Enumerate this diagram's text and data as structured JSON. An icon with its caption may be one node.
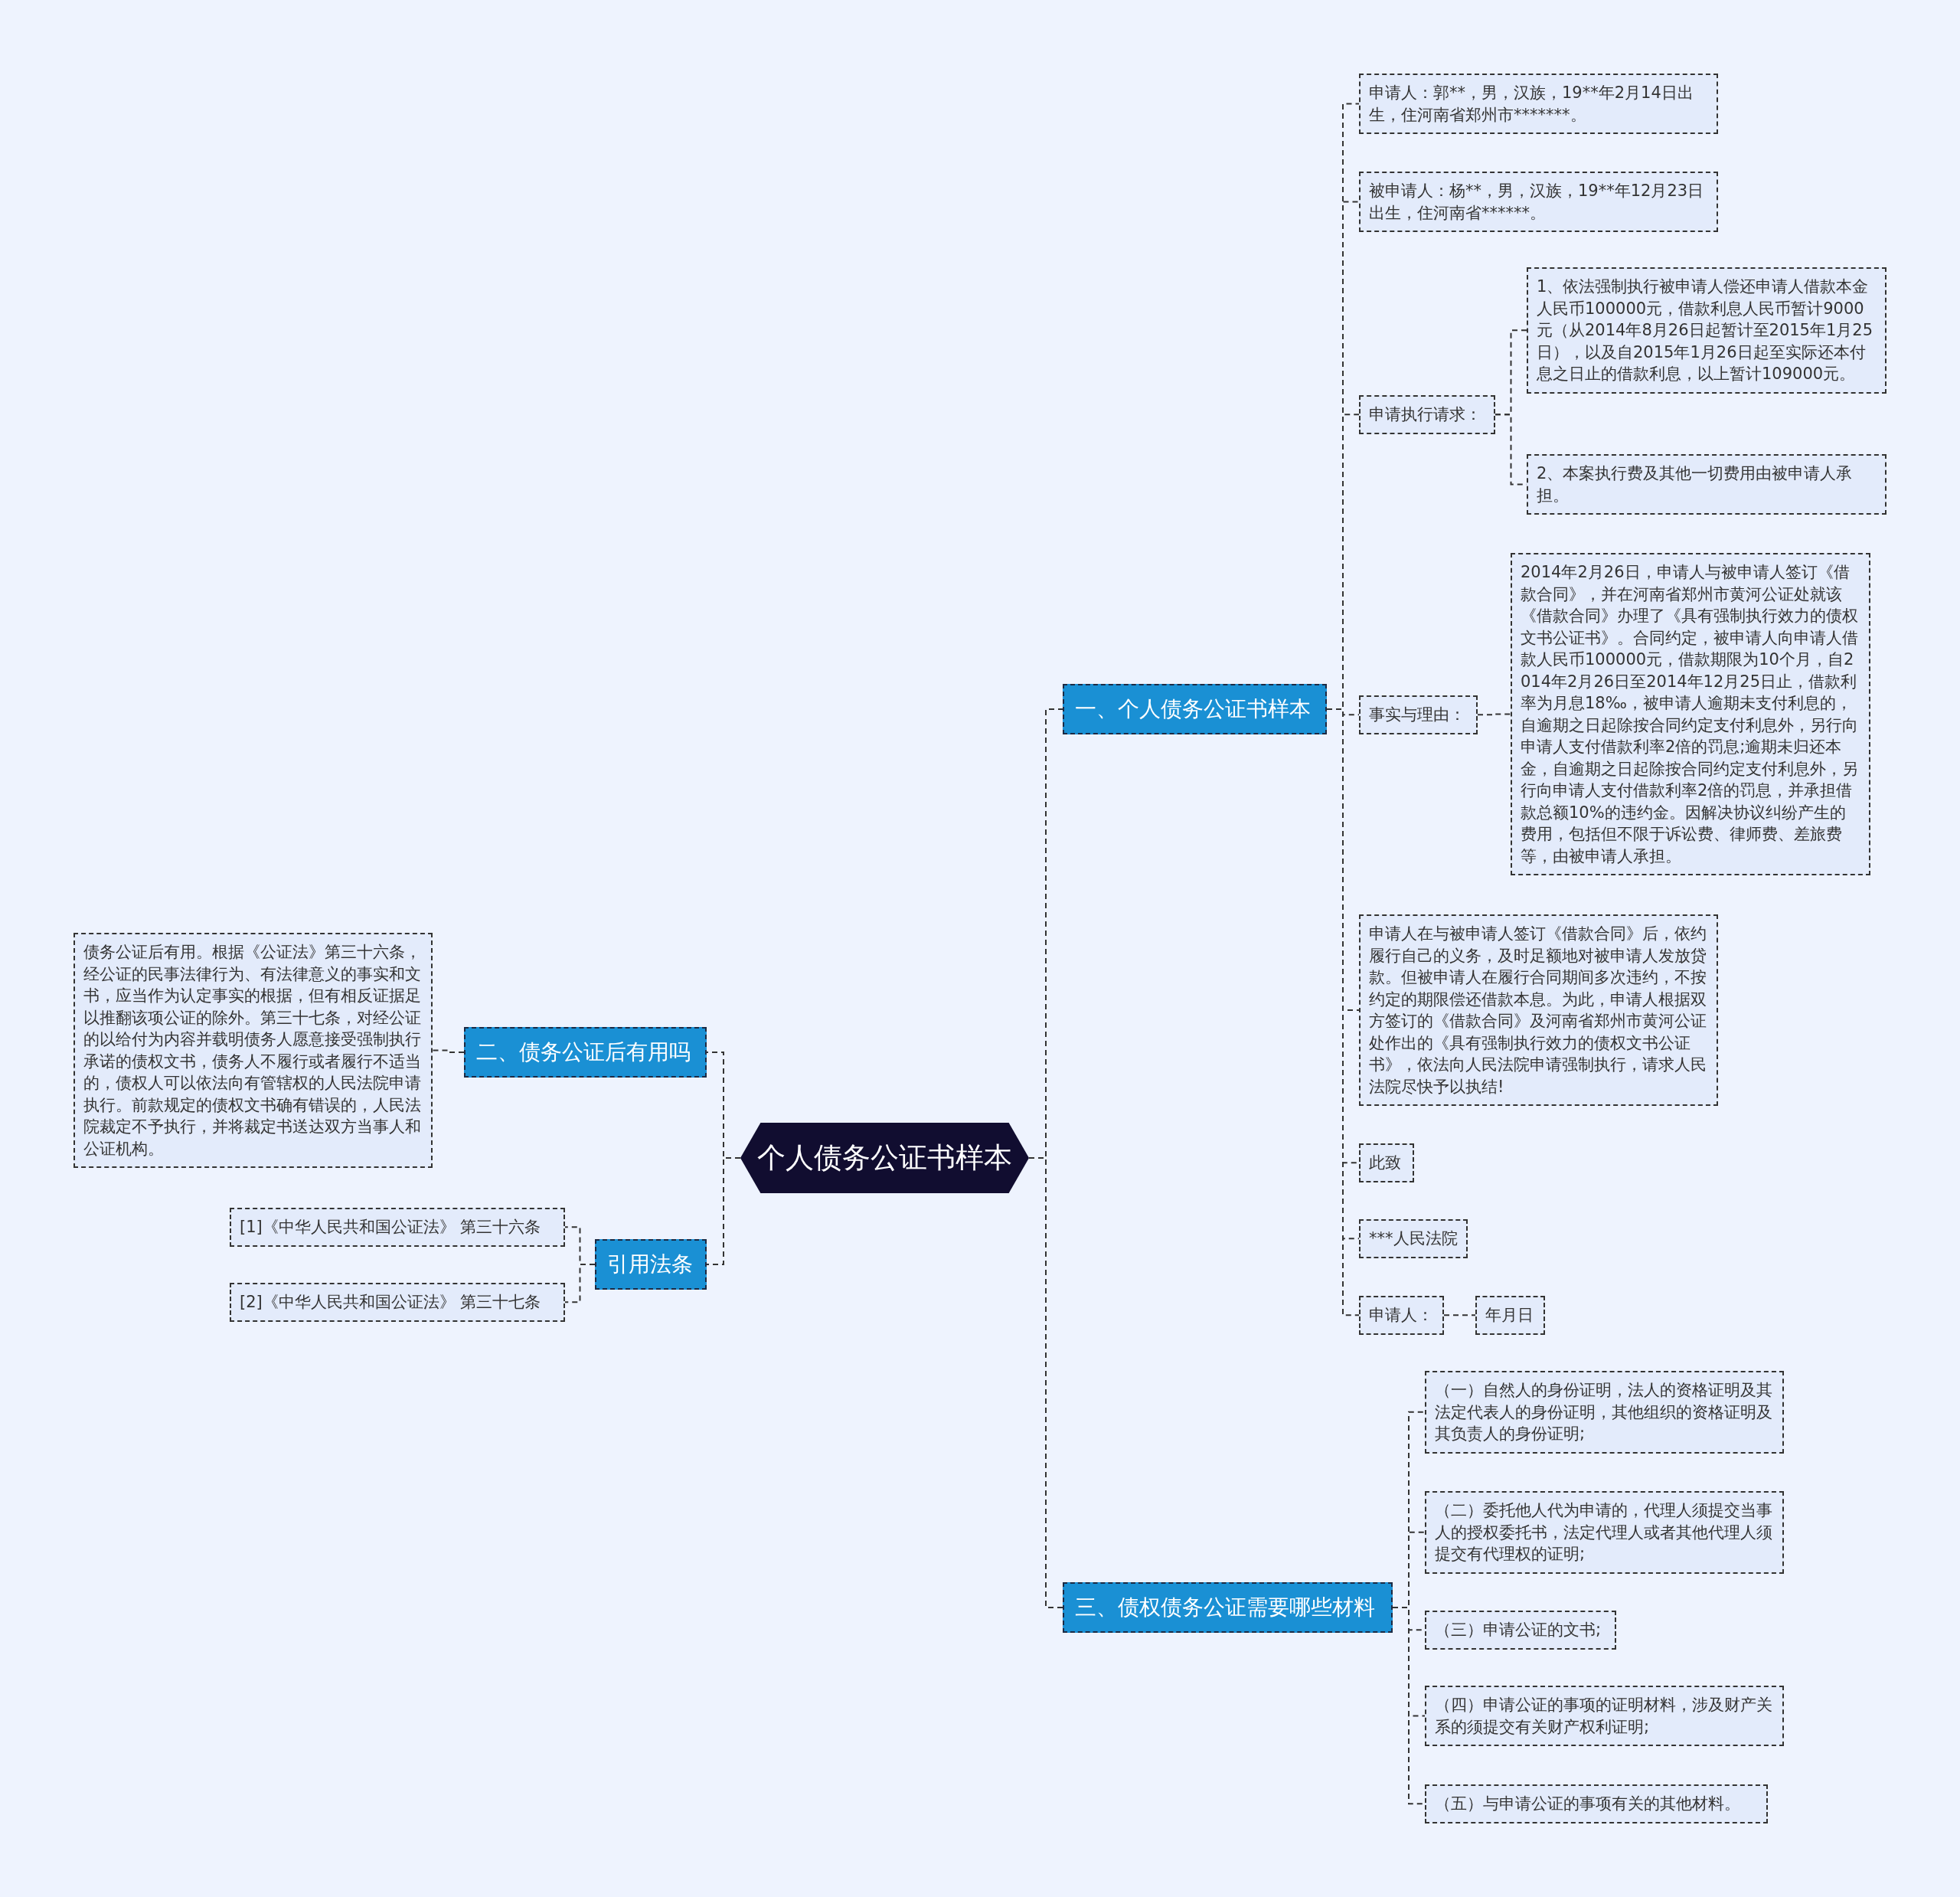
{
  "diagram": {
    "nodes": [
      {
        "text": [
          "个人债务公证书样本"
        ]
      },
      {
        "text": [
          "一、个人债务公证书样本"
        ]
      },
      {
        "text": [
          "申请人：郭**，男，汉族，19**年2月14日出生，住河南省郑州市*******。"
        ]
      },
      {
        "text": [
          "被申请人：杨**，男，汉族，19**年12月23日出生，住河南省******。"
        ]
      },
      {
        "text": [
          "申请执行请求："
        ]
      },
      {
        "text": [
          "1、依法强制执行被申请人偿还申请人借款本金人民币100000元，借款利息人民币暂计9000元（从2014年8月26日起暂计至2015年1月25日），以及自2015年1月26日起至实际还本付息之日止的借款利息，以上暂计109000元。"
        ]
      },
      {
        "text": [
          "2、本案执行费及其他一切费用由被申请人承担。"
        ]
      },
      {
        "text": [
          "事实与理由："
        ]
      },
      {
        "text": [
          "2014年2月26日，申请人与被申请人签订《借款合同》，并在河南省郑州市黄河公证处就该《借款合同》办理了《具有强制执行效力的债权文书公证书》。合同约定，被申请人向申请人借款人民币100000元，借款期限为10个月，自2014年2月26日至2014年12月25日止，借款利率为月息18‰，被申请人逾期未支付利息的，自逾期之日起除按合同约定支付利息外，另行向申请人支付借款利率2倍的罚息;逾期未归还本金，自逾期之日起除按合同约定支付利息外，另行向申请人支付借款利率2倍的罚息，并承担借款总额10%的违约金。因解决协议纠纷产生的费用，包括但不限于诉讼费、律师费、差旅费等，由被申请人承担。"
        ]
      },
      {
        "text": [
          "申请人在与被申请人签订《借款合同》后，依约履行自己的义务，及时足额地对被申请人发放贷款。但被申请人在履行合同期间多次违约，不按约定的期限偿还借款本息。为此，申请人根据双方签订的《借款合同》及河南省郑州市黄河公证处作出的《具有强制执行效力的债权文书公证书》，依法向人民法院申请强制执行，请求人民法院尽快予以执结!"
        ]
      },
      {
        "text": [
          "此致"
        ]
      },
      {
        "text": [
          "***人民法院"
        ]
      },
      {
        "text": [
          "申请人："
        ]
      },
      {
        "text": [
          "年月日"
        ]
      },
      {
        "text": [
          "二、债务公证后有用吗"
        ]
      },
      {
        "text": [
          "债务公证后有用。根据《公证法》第三十六条，经公证的民事法律行为、有法律意义的事实和文书，应当作为认定事实的根据，但有相反证据足以推翻该项公证的除外。第三十七条，对经公证的以给付为内容并载明债务人愿意接受强制执行承诺的债权文书，债务人不履行或者履行不适当的，债权人可以依法向有管辖权的人民法院申请执行。前款规定的债权文书确有错误的，人民法院裁定不予执行，并将裁定书送达双方当事人和公证机构。"
        ]
      },
      {
        "text": [
          "引用法条"
        ]
      },
      {
        "text": [
          "[1]《中华人民共和国公证法》 第三十六条"
        ]
      },
      {
        "text": [
          "[2]《中华人民共和国公证法》 第三十七条"
        ]
      },
      {
        "text": [
          "三、债权债务公证需要哪些材料"
        ]
      },
      {
        "text": [
          "（一）自然人的身份证明，法人的资格证明及其法定代表人的身份证明，其他组织的资格证明及其负责人的身份证明;"
        ]
      },
      {
        "text": [
          "（二）委托他人代为申请的，代理人须提交当事人的授权委托书，法定代理人或者其他代理人须提交有代理权的证明;"
        ]
      },
      {
        "text": [
          "（三）申请公证的文书;"
        ]
      },
      {
        "text": [
          "（四）申请公证的事项的证明材料，涉及财产关系的须提交有关财产权利证明;"
        ]
      },
      {
        "text": [
          "（五）与申请公证的事项有关的其他材料。"
        ]
      }
    ],
    "edges": [
      {
        "from": 0,
        "to": 1,
        "arrow": "none"
      },
      {
        "from": 1,
        "to": 2,
        "arrow": "none"
      },
      {
        "from": 1,
        "to": 3,
        "arrow": "none"
      },
      {
        "from": 1,
        "to": 4,
        "arrow": "none"
      },
      {
        "from": 4,
        "to": 5,
        "arrow": "none"
      },
      {
        "from": 4,
        "to": 6,
        "arrow": "none"
      },
      {
        "from": 1,
        "to": 7,
        "arrow": "none"
      },
      {
        "from": 7,
        "to": 8,
        "arrow": "none"
      },
      {
        "from": 1,
        "to": 9,
        "arrow": "none"
      },
      {
        "from": 1,
        "to": 10,
        "arrow": "none"
      },
      {
        "from": 1,
        "to": 11,
        "arrow": "none"
      },
      {
        "from": 1,
        "to": 12,
        "arrow": "none"
      },
      {
        "from": 12,
        "to": 13,
        "arrow": "none"
      },
      {
        "from": 0,
        "to": 14,
        "arrow": "none"
      },
      {
        "from": 14,
        "to": 15,
        "arrow": "none"
      },
      {
        "from": 0,
        "to": 16,
        "arrow": "none"
      },
      {
        "from": 16,
        "to": 17,
        "arrow": "none"
      },
      {
        "from": 16,
        "to": 18,
        "arrow": "none"
      },
      {
        "from": 0,
        "to": 19,
        "arrow": "none"
      },
      {
        "from": 19,
        "to": 20,
        "arrow": "none"
      },
      {
        "from": 19,
        "to": 21,
        "arrow": "none"
      },
      {
        "from": 19,
        "to": 22,
        "arrow": "none"
      },
      {
        "from": 19,
        "to": 23,
        "arrow": "none"
      },
      {
        "from": 19,
        "to": 24,
        "arrow": "none"
      }
    ]
  }
}
